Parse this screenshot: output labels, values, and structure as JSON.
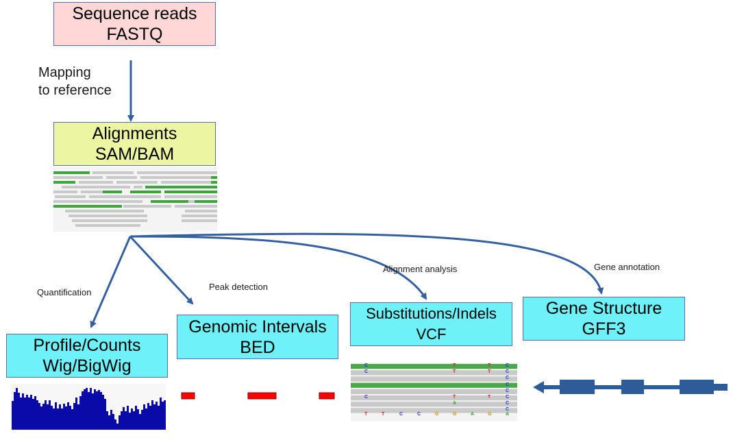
{
  "nodes": {
    "reads": {
      "line1": "Sequence reads",
      "line2": "FASTQ"
    },
    "alignments": {
      "line1": "Alignments",
      "line2": "SAM/BAM"
    },
    "profile": {
      "line1": "Profile/Counts",
      "line2": "Wig/BigWig"
    },
    "intervals": {
      "line1": "Genomic Intervals",
      "line2": "BED"
    },
    "variants": {
      "line1": "Substitutions/Indels",
      "line2": "VCF"
    },
    "genes": {
      "line1": "Gene Structure",
      "line2": "GFF3"
    }
  },
  "edges": {
    "mapping": {
      "line1": "Mapping",
      "line2": "to reference"
    },
    "quantification": "Quantification",
    "peak_detection": "Peak detection",
    "alignment_analysis": "Alignment analysis",
    "gene_annotation": "Gene annotation"
  },
  "variant_snippet": {
    "rows": [
      [
        "C",
        "",
        "",
        "",
        "",
        "T",
        "",
        "T",
        "C"
      ],
      [
        "C",
        "",
        "",
        "",
        "",
        "T",
        "",
        "T",
        "C"
      ],
      [
        "",
        "",
        "",
        "",
        "",
        "",
        "",
        "",
        "C"
      ],
      [
        "",
        "",
        "",
        "",
        "",
        "",
        "",
        "",
        "C"
      ],
      [
        "",
        "",
        "",
        "",
        "",
        "",
        "",
        "",
        "C"
      ],
      [
        "C",
        "",
        "",
        "",
        "",
        "T",
        "",
        "T",
        "C"
      ],
      [
        "",
        "",
        "",
        "",
        "",
        "A",
        "",
        "",
        "C"
      ],
      [
        "",
        "",
        "",
        "",
        "",
        "",
        "",
        "",
        "C"
      ]
    ],
    "reference": [
      "T",
      "T",
      "C",
      "C",
      "G",
      "G",
      "A",
      "G",
      "A"
    ]
  },
  "colors": {
    "arrow": "#3560a0",
    "read_gray": "#c9c9c9",
    "read_green": "#3ea53e",
    "profile_fill": "#0a0aa8",
    "peak_red": "#ff0000",
    "gene_blue": "#2e5c98"
  }
}
